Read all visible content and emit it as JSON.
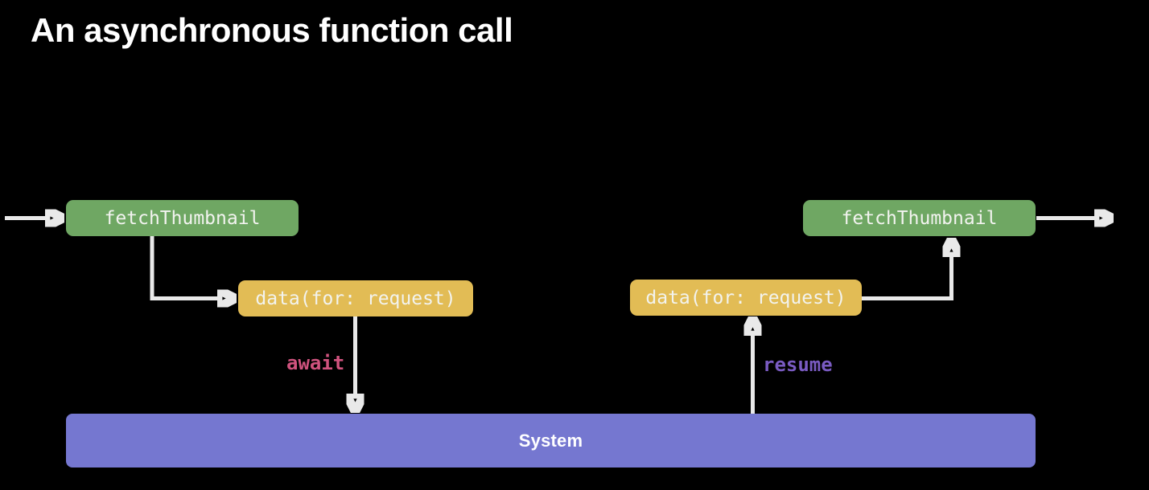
{
  "slide": {
    "title": "An asynchronous function call"
  },
  "nodes": {
    "fetch_left": {
      "label": "fetchThumbnail"
    },
    "data_left": {
      "label": "data(for: request)"
    },
    "data_right": {
      "label": "data(for: request)"
    },
    "fetch_right": {
      "label": "fetchThumbnail"
    },
    "system": {
      "label": "System"
    }
  },
  "annotations": {
    "await": "await",
    "resume": "resume"
  },
  "colors": {
    "background": "#000000",
    "function-green": "#6FA763",
    "call-yellow": "#E2BC55",
    "system-purple": "#7577D0",
    "await-pink": "#D0537E",
    "resume-purple": "#7A5BC2",
    "arrow-gray": "#E9E9E9",
    "code-text": "#F2F3EF",
    "title-white": "#FFFFFF"
  }
}
